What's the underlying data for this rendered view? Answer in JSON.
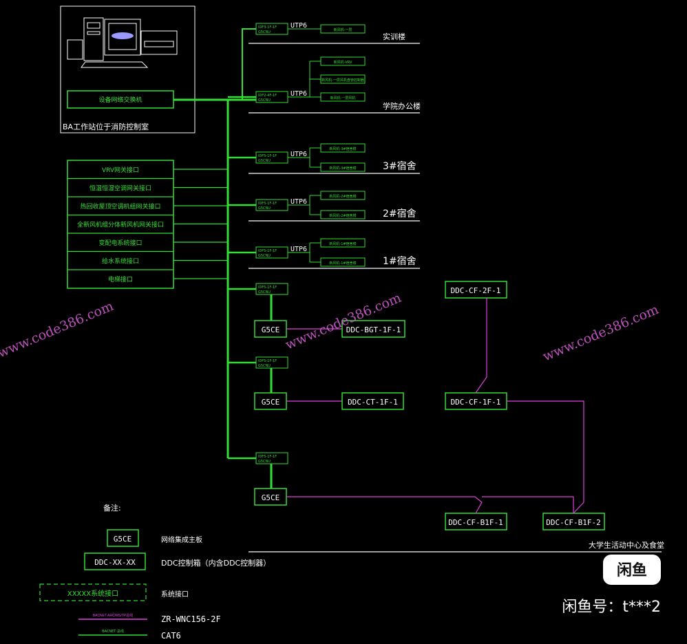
{
  "colors": {
    "green": "#33e033",
    "pink": "#e040e0",
    "white": "#ffffff",
    "bg": "#000000"
  },
  "workstation": {
    "switch_label": "设备网络交换机",
    "room_label": "BA工作站位于消防控制室"
  },
  "interfaces": [
    "VRV网关接口",
    "恒温恒湿空调网关接口",
    "热回收屋顶空调机组网关接口",
    "全新风机组分体新风机网关接口",
    "变配电系统接口",
    "给水系统接口",
    "电梯接口"
  ],
  "branches": [
    {
      "port": "IDF3-1F-1F",
      "switch": "G5CNU",
      "cable": "UTP6",
      "devices": [
        "新风机-一层"
      ],
      "building": "实训楼"
    },
    {
      "port": "IDF2-4F-1F",
      "switch": "G5CNU",
      "cable": "UTP6",
      "devices": [
        "新风机-VRV",
        "新风机-一层风机盘管控制器",
        "新风机-一层风机"
      ],
      "building": "学院办公楼"
    },
    {
      "port": "IDF5-1F-1F",
      "switch": "G5CNU",
      "cable": "UTP6",
      "devices": [
        "新风机-3#宿舍楼",
        "新风机-3#宿舍楼"
      ],
      "building": "3#宿舍"
    },
    {
      "port": "IDF5-1F-1F",
      "switch": "G5CNU",
      "cable": "UTP6",
      "devices": [
        "新风机-2#宿舍楼",
        "新风机-2#宿舍楼"
      ],
      "building": "2#宿舍"
    },
    {
      "port": "IDF5-1F-1F",
      "switch": "G5CNU",
      "cable": "UTP6",
      "devices": [
        "新风机-1#宿舍楼",
        "新风机-1#宿舍楼"
      ],
      "building": "1#宿舍"
    }
  ],
  "lower_nodes": [
    {
      "port": "IDF5-1F-1F",
      "switch": "G5CNU",
      "board": "G5CE",
      "ddc": "DDC-BGT-1F-1"
    },
    {
      "port": "IDF5-1F-1F",
      "switch": "G5CNU",
      "board": "G5CE",
      "ddc": "DDC-CT-1F-1"
    },
    {
      "port": "IDF5-1F-1F",
      "switch": "G5CNU",
      "board": "G5CE"
    }
  ],
  "cf_ddc": {
    "top": "DDC-CF-2F-1",
    "mid": "DDC-CF-1F-1",
    "b1": "DDC-CF-B1F-1",
    "b2": "DDC-CF-B1F-2"
  },
  "site_label": "大学生活动中心及食堂",
  "legend": {
    "title": "备注:",
    "board_box": "G5CE",
    "board_desc": "网络集成主板",
    "ddc_box": "DDC-XX-XX",
    "ddc_desc": "DDC控制箱（内含DDC控制器）",
    "iface_box": "XXXXX系统接口",
    "iface_desc": "系统接口",
    "pink_line_tag": "BACNET ARC/MS/TP总线",
    "pink_line_desc": "ZR-WNC156-2F",
    "green_line_tag": "BACNET 总线",
    "green_line_desc": "CAT6"
  },
  "watermarks": [
    "www.code386.com",
    "www.code386.com",
    "www.code386.com"
  ],
  "badge": {
    "logo": "闲鱼",
    "id_text": "闲鱼号：t***2"
  }
}
